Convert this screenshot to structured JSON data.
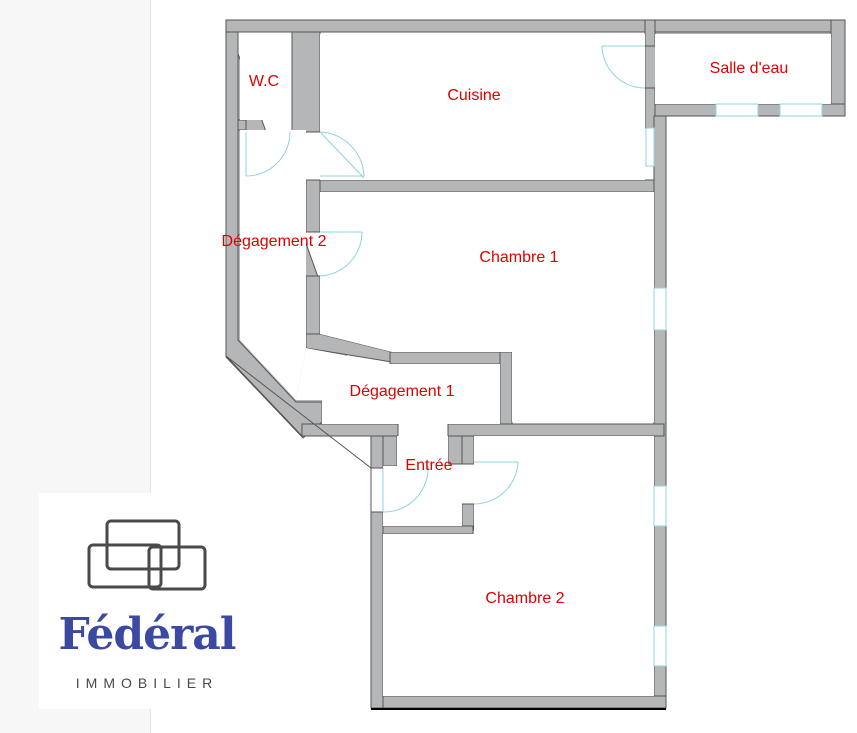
{
  "rooms": {
    "wc": "W.C",
    "cuisine": "Cuisine",
    "salle_eau": "Salle d'eau",
    "degagement2": "Dégagement 2",
    "chambre1": "Chambre 1",
    "degagement1": "Dégagement 1",
    "entree": "Entrée",
    "chambre2": "Chambre 2"
  },
  "logo": {
    "brand": "Fédéral",
    "tagline": "IMMOBILIER"
  },
  "colors": {
    "wall": "#b5b6b8",
    "wall_stroke": "#555555",
    "label": "#e00000",
    "door_window": "#8fd3e0",
    "brand": "#3b4aa0"
  }
}
